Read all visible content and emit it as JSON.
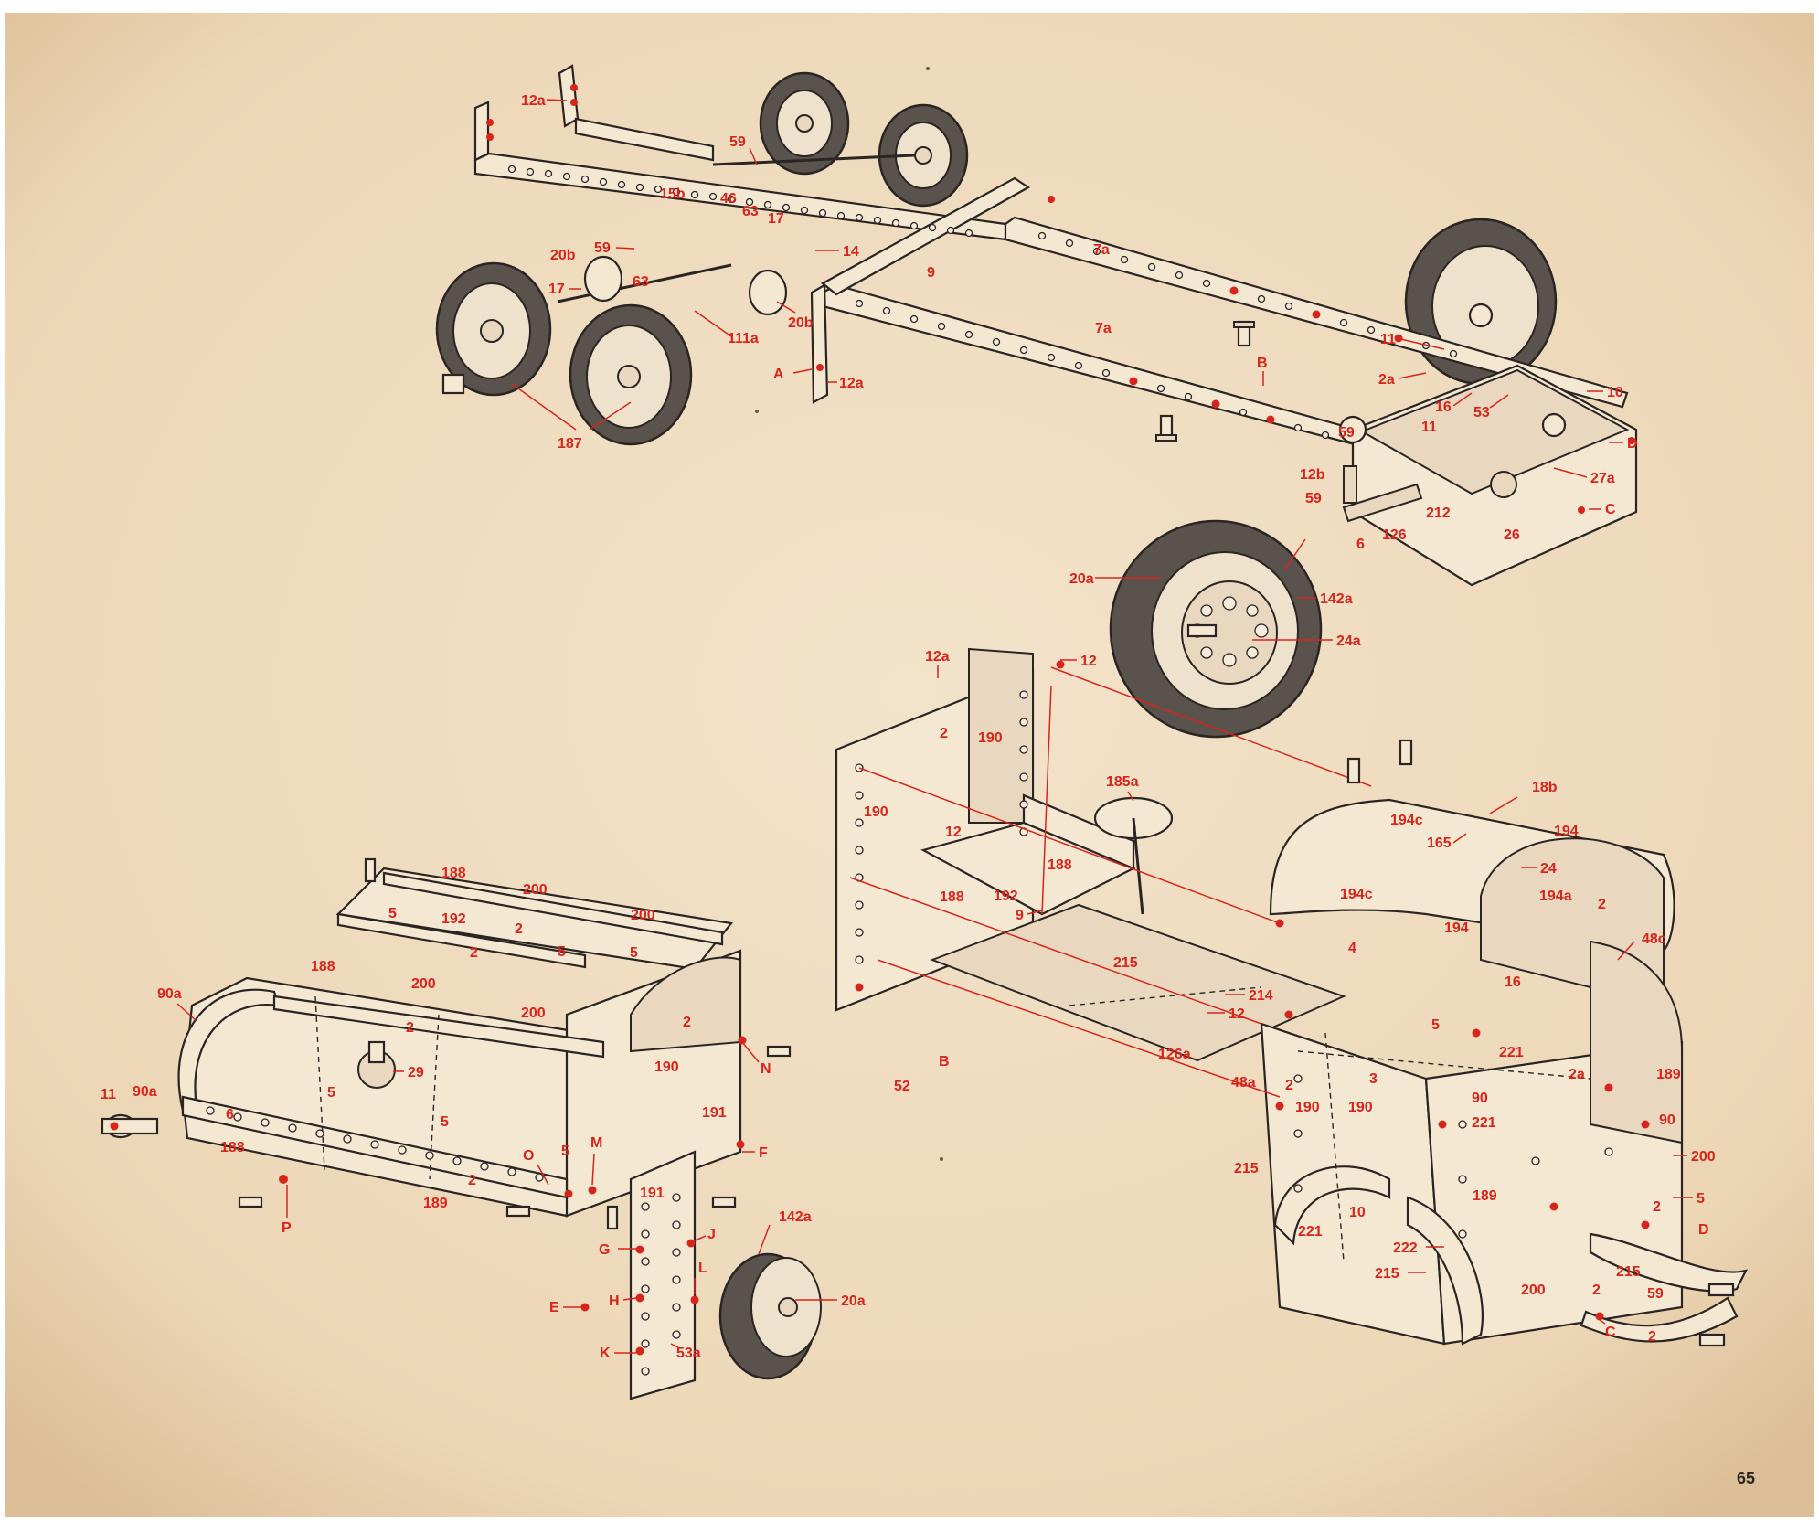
{
  "page": {
    "number": "65",
    "paper_color": "#f1dec3",
    "ink_color": "#2a2522",
    "label_color": "#d8251c"
  },
  "chassis": {
    "labels": [
      "12a",
      "59",
      "15b",
      "46",
      "63",
      "17",
      "14",
      "7a",
      "9",
      "20b",
      "59",
      "63",
      "17",
      "111a",
      "20b",
      "7a",
      "A",
      "12a",
      "187",
      "B",
      "11",
      "2a",
      "16",
      "53",
      "11",
      "59",
      "12b",
      "59",
      "6",
      "126",
      "212",
      "26",
      "C",
      "27a",
      "D",
      "10"
    ]
  },
  "wheel": {
    "labels": [
      "20a",
      "142a",
      "24a"
    ]
  },
  "cab": {
    "labels": [
      "12a",
      "12",
      "2",
      "190",
      "190",
      "185a",
      "12",
      "18b",
      "194c",
      "165",
      "194",
      "24",
      "188",
      "188",
      "192",
      "9",
      "194c",
      "194a",
      "2",
      "194",
      "48c",
      "4",
      "16",
      "215",
      "214",
      "12",
      "5",
      "221",
      "B",
      "52",
      "126a",
      "48a",
      "2",
      "3",
      "190",
      "190",
      "90",
      "221",
      "2a",
      "189",
      "90",
      "200",
      "215",
      "10",
      "221",
      "189",
      "222",
      "215",
      "200",
      "5",
      "2",
      "D",
      "215",
      "59",
      "2",
      "C",
      "2"
    ]
  },
  "body": {
    "labels": [
      "188",
      "200",
      "5",
      "192",
      "200",
      "2",
      "5",
      "188",
      "200",
      "5",
      "2",
      "200",
      "90a",
      "2",
      "2",
      "29",
      "11",
      "90a",
      "6",
      "5",
      "5",
      "190",
      "N",
      "188",
      "191",
      "O",
      "M",
      "5",
      "F",
      "189",
      "2",
      "P",
      "191",
      "G",
      "J",
      "142a",
      "E",
      "H",
      "L",
      "20a",
      "K",
      "53a"
    ]
  }
}
